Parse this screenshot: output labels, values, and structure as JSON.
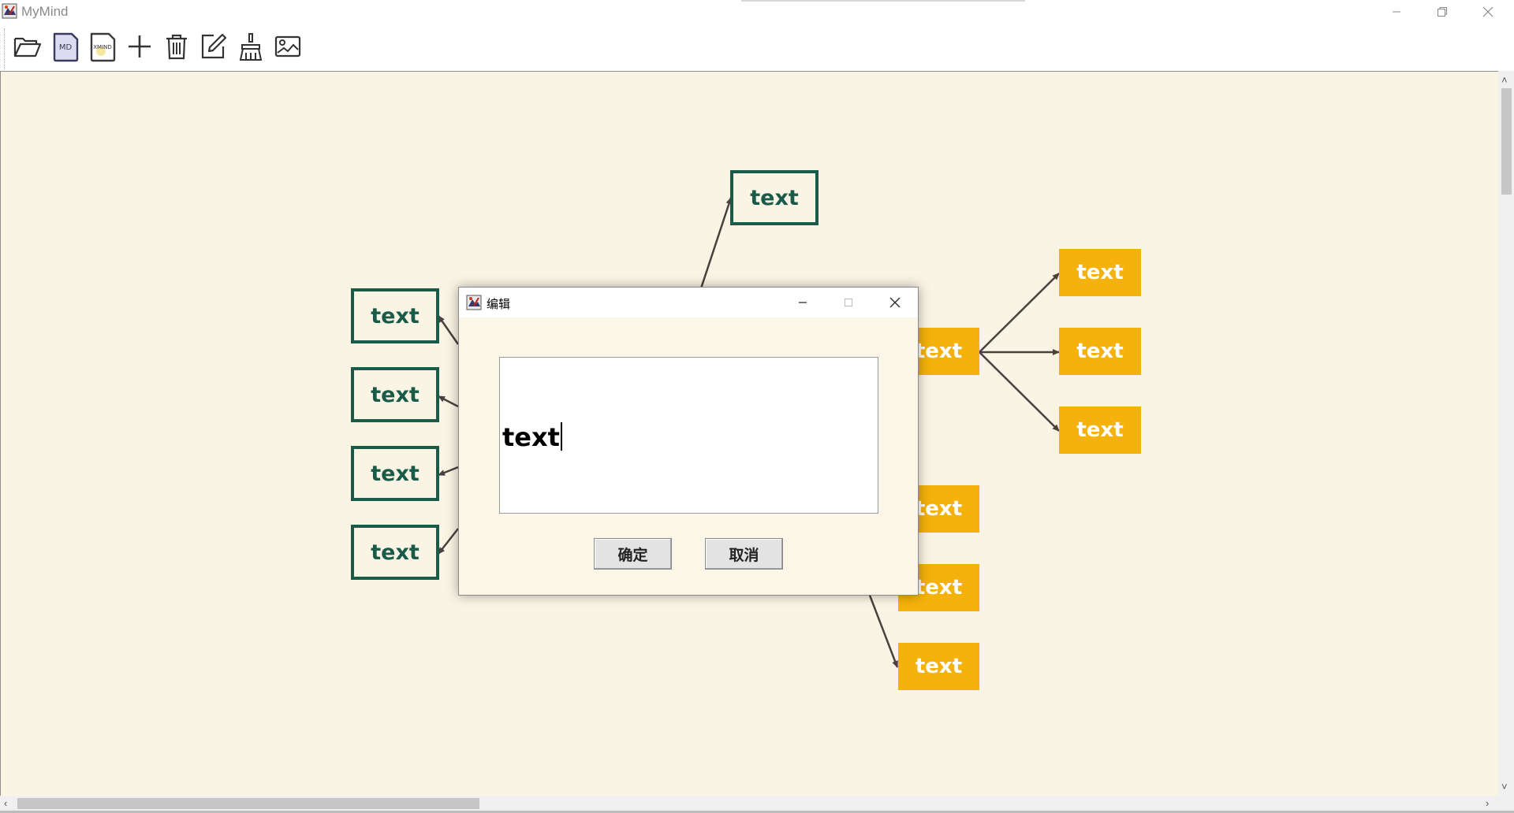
{
  "window": {
    "title": "MyMind",
    "controls": {
      "minimize": "minimize-icon",
      "restore": "restore-icon",
      "close": "close-icon"
    }
  },
  "toolbar": {
    "tools": [
      {
        "name": "open-folder-icon"
      },
      {
        "name": "md-file-icon",
        "label": "MD"
      },
      {
        "name": "xmind-file-icon",
        "label": "XMIND"
      },
      {
        "name": "add-icon"
      },
      {
        "name": "delete-icon"
      },
      {
        "name": "edit-icon"
      },
      {
        "name": "clean-icon"
      },
      {
        "name": "image-icon"
      }
    ]
  },
  "mindmap": {
    "top_node": "text",
    "left_nodes": [
      "text",
      "text",
      "text",
      "text"
    ],
    "right_nodes": [
      "text",
      "text",
      "text",
      "text"
    ],
    "branch_children": [
      "text",
      "text",
      "text"
    ],
    "colors": {
      "green": "#1a5a48",
      "yellow": "#f5b20b",
      "background": "#faf4e4",
      "edge": "#4a4040"
    }
  },
  "dialog": {
    "title": "编辑",
    "text_value": "text",
    "confirm_label": "确定",
    "cancel_label": "取消"
  }
}
